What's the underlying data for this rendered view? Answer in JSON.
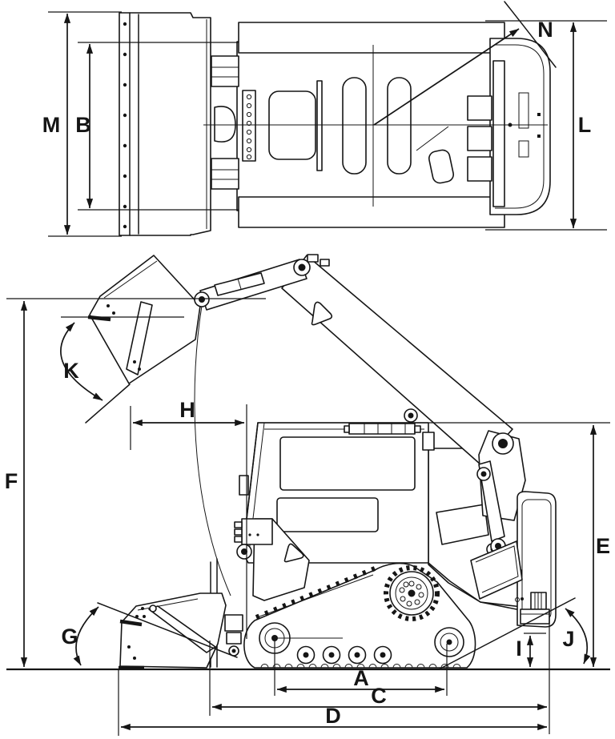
{
  "diagram": {
    "colors": {
      "line": "#151515",
      "background": "#ffffff"
    },
    "views": {
      "top": {
        "labels": {
          "M": "M",
          "B": "B",
          "L": "L",
          "N": "N"
        }
      },
      "side": {
        "labels": {
          "F": "F",
          "K": "K",
          "H": "H",
          "E": "E",
          "G": "G",
          "I": "I",
          "J": "J",
          "A": "A",
          "C": "C",
          "D": "D"
        }
      }
    }
  }
}
